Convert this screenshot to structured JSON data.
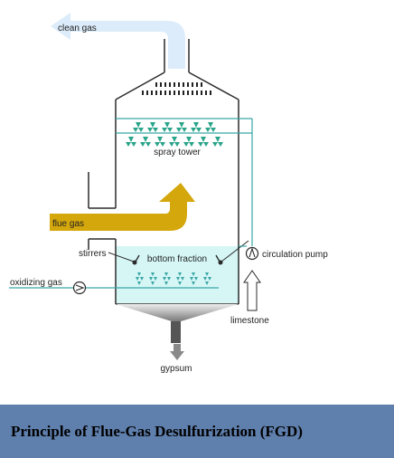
{
  "labels": {
    "clean_gas": "clean gas",
    "spray_tower": "spray tower",
    "flue_gas": "flue gas",
    "stirrers": "stirrers",
    "bottom_fraction": "bottom fraction",
    "circulation_pump": "circulation pump",
    "oxidizing_gas": "oxidizing gas",
    "limestone": "limestone",
    "gypsum": "gypsum"
  },
  "caption": "Principle of Flue-Gas Desulfurization (FGD)",
  "colors": {
    "clean_gas_arrow": "#dcecfa",
    "flue_gas_arrow": "#d4a70c",
    "slurry": "#d6f6f6",
    "spray": "#2aa48a",
    "pipe": "#3aa6a6",
    "vessel_wall": "#2b2b2b",
    "cone": "#8a8a8a",
    "caption_bar": "#5f7fad"
  },
  "icons": [
    "circulation-pump-icon",
    "oxidizing-gas-pump-icon",
    "stirrer-icon"
  ]
}
